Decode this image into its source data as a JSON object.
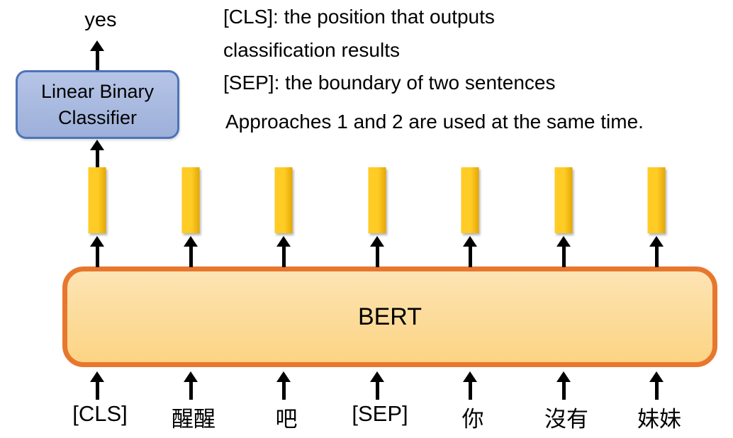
{
  "output": {
    "label": "yes"
  },
  "classifier": {
    "line1": "Linear Binary",
    "line2": "Classifier",
    "fill_top": "#B6C4E6",
    "fill_bottom": "#9DB0DA",
    "border": "#4E74B8"
  },
  "notes": {
    "lines": [
      "[CLS]: the position that outputs",
      "classification results",
      "[SEP]: the boundary of two sentences",
      "Approaches 1 and 2 are used at the same time."
    ]
  },
  "bert": {
    "label": "BERT",
    "border": "#E8772E",
    "fill_top": "#FDE4B4",
    "fill_bottom": "#FCD483"
  },
  "embedding_bars": {
    "count": 7,
    "fill_left": "#FFCB25",
    "fill_right": "#E4A703"
  },
  "tokens": [
    "[CLS]",
    "醒醒",
    "吧",
    "[SEP]",
    "你",
    "沒有",
    "妹妹"
  ],
  "colors": {
    "arrow": "#000000",
    "text": "#000000",
    "background": "#FFFFFF"
  }
}
